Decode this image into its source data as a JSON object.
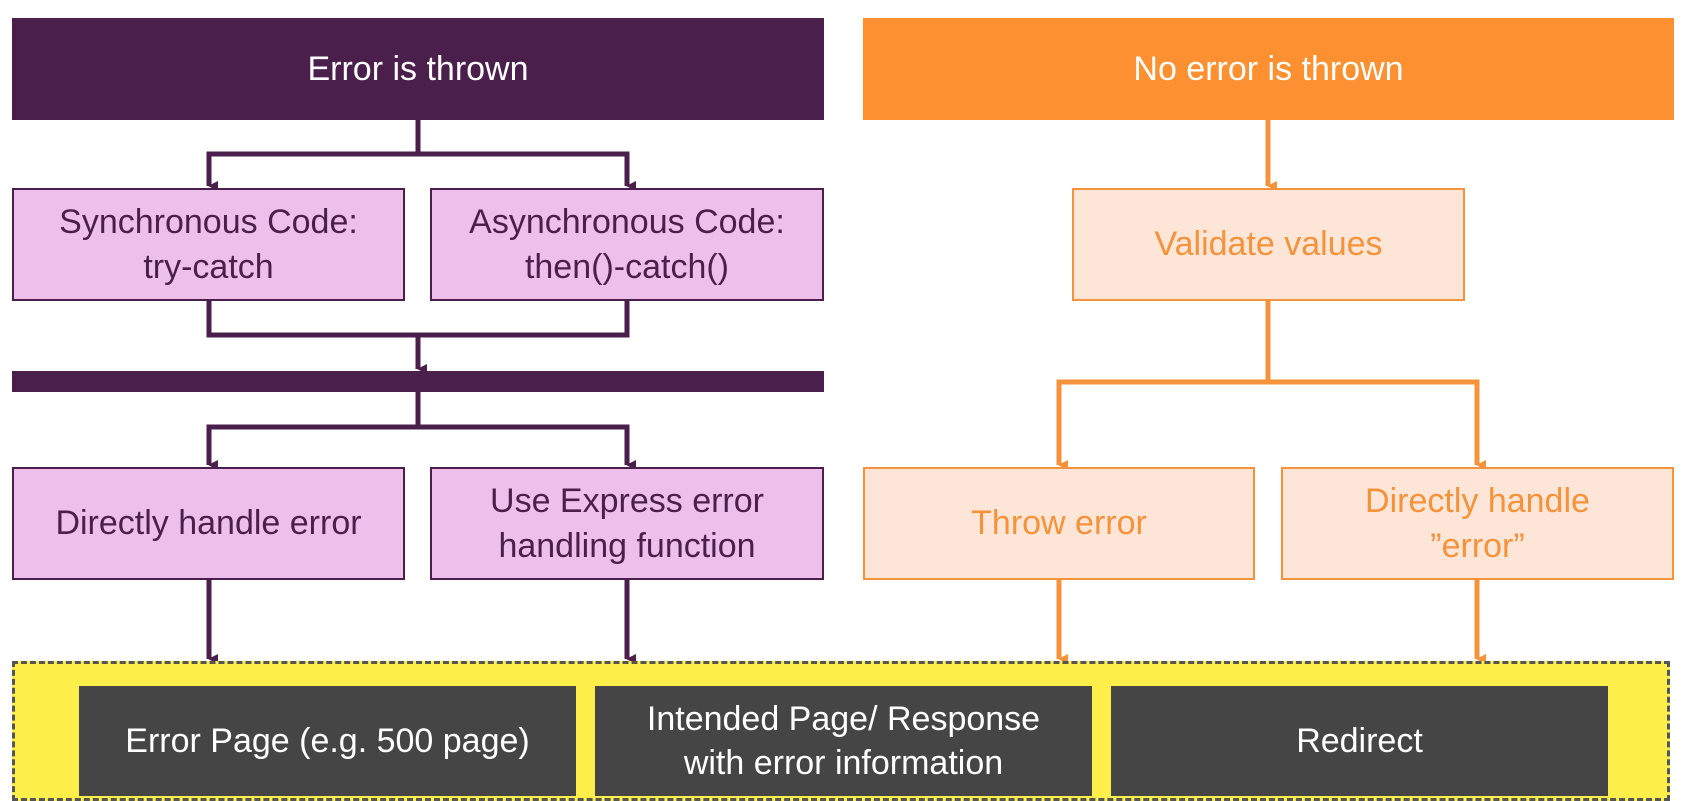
{
  "left": {
    "header": "Error is thrown",
    "sync_box": "Synchronous Code:\ntry-catch",
    "async_box": "Asynchronous Code:\nthen()-catch()",
    "direct_box": "Directly handle error",
    "express_box": "Use Express error\nhandling function"
  },
  "right": {
    "header": "No error is thrown",
    "validate_box": "Validate values",
    "throw_box": "Throw error",
    "direct_box": "Directly handle\n”error”"
  },
  "outcomes": [
    "Error Page (e.g. 500 page)",
    "Intended Page/ Response\nwith error information",
    "Redirect"
  ],
  "colors": {
    "purple": "#4a1f4b",
    "pink": "#ecc0ea",
    "orange": "#fd9132",
    "peach": "#fde6d7",
    "yellow": "#fdee4a",
    "dark": "#454545"
  }
}
